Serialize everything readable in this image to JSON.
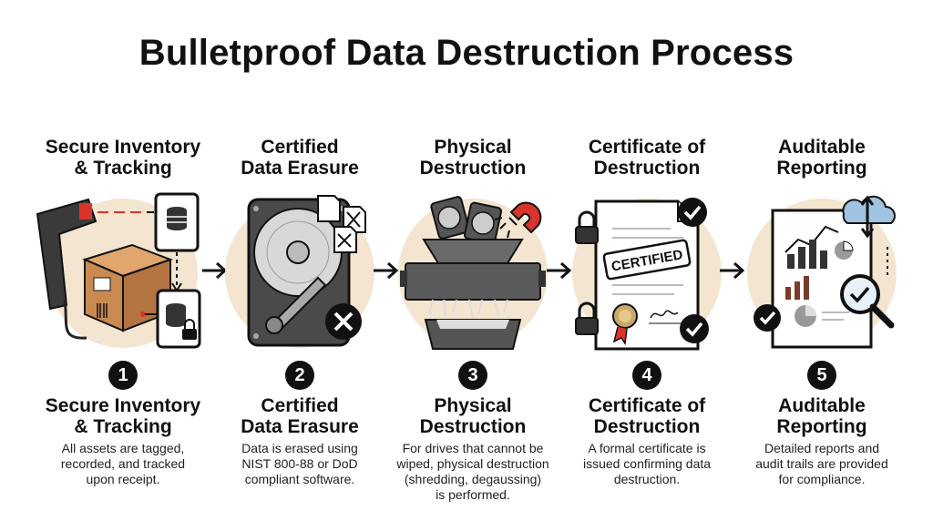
{
  "title": "Bulletproof Data Destruction Process",
  "steps": [
    {
      "number": "1",
      "heading": [
        "Secure Inventory",
        "& Tracking"
      ],
      "subheading": [
        "Secure Inventory",
        "& Tracking"
      ],
      "description": [
        "All assets are tagged,",
        "recorded, and tracked",
        "upon receipt."
      ],
      "icons": [
        "barcode-scanner-icon",
        "shipping-box-icon",
        "tablet-database-icon",
        "lock-icon"
      ]
    },
    {
      "number": "2",
      "heading": [
        "Certified",
        "Data Erasure"
      ],
      "subheading": [
        "Certified",
        "Data Erasure"
      ],
      "description": [
        "Data is erased using",
        "NIST 800-88 or DoD",
        "compliant software."
      ],
      "icons": [
        "hard-drive-icon",
        "document-icon",
        "erase-x-icon"
      ]
    },
    {
      "number": "3",
      "heading": [
        "Physical",
        "Destruction"
      ],
      "subheading": [
        "Physical",
        "Destruction"
      ],
      "description": [
        "For drives that cannot be",
        "wiped, physical destruction",
        "(shredding, degaussing)",
        "is performed."
      ],
      "icons": [
        "shredder-icon",
        "magnet-icon",
        "hard-drive-icon"
      ]
    },
    {
      "number": "4",
      "heading": [
        "Certificate of",
        "Destruction"
      ],
      "subheading": [
        "Certificate of",
        "Destruction"
      ],
      "description": [
        "A formal certificate is",
        "issued confirming data",
        "destruction."
      ],
      "icons": [
        "certificate-icon",
        "lock-icon",
        "seal-icon",
        "checkmark-icon"
      ],
      "stamp_text": "CERTIFIED"
    },
    {
      "number": "5",
      "heading": [
        "Auditable",
        "Reporting"
      ],
      "subheading": [
        "Auditable",
        "Reporting"
      ],
      "description": [
        "Detailed reports and",
        "audit trails are provided",
        "for compliance."
      ],
      "icons": [
        "report-chart-icon",
        "cloud-sync-icon",
        "magnifier-check-icon",
        "checkmark-icon"
      ]
    }
  ],
  "colors": {
    "background": "#ffffff",
    "text": "#111111",
    "circle_backdrop": "#f3e5d0",
    "box_brown": "#c98a52",
    "accent_red": "#d9342b"
  }
}
